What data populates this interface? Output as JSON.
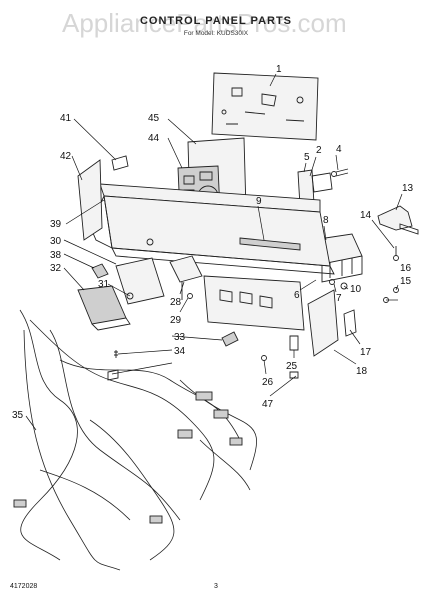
{
  "watermark": "AppliancePartsPros.com",
  "title": "CONTROL PANEL PARTS",
  "subtitle": "For Model: KUDS30IX",
  "footer": {
    "doc_number": "4172028",
    "page_number": "3"
  },
  "callouts": [
    {
      "id": "c1",
      "text": "1"
    },
    {
      "id": "c2",
      "text": "2"
    },
    {
      "id": "c4",
      "text": "4"
    },
    {
      "id": "c5",
      "text": "5"
    },
    {
      "id": "c6",
      "text": "6"
    },
    {
      "id": "c7",
      "text": "7"
    },
    {
      "id": "c8",
      "text": "8"
    },
    {
      "id": "c9",
      "text": "9"
    },
    {
      "id": "c10",
      "text": "10"
    },
    {
      "id": "c13",
      "text": "13"
    },
    {
      "id": "c14",
      "text": "14"
    },
    {
      "id": "c15",
      "text": "15"
    },
    {
      "id": "c16",
      "text": "16"
    },
    {
      "id": "c17",
      "text": "17"
    },
    {
      "id": "c18",
      "text": "18"
    },
    {
      "id": "c25",
      "text": "25"
    },
    {
      "id": "c26",
      "text": "26"
    },
    {
      "id": "c28",
      "text": "28"
    },
    {
      "id": "c29",
      "text": "29"
    },
    {
      "id": "c30",
      "text": "30"
    },
    {
      "id": "c31",
      "text": "31"
    },
    {
      "id": "c32",
      "text": "32"
    },
    {
      "id": "c33",
      "text": "33"
    },
    {
      "id": "c34",
      "text": "34"
    },
    {
      "id": "c35",
      "text": "35"
    },
    {
      "id": "c38",
      "text": "38"
    },
    {
      "id": "c39",
      "text": "39"
    },
    {
      "id": "c41",
      "text": "41"
    },
    {
      "id": "c42",
      "text": "42"
    },
    {
      "id": "c44",
      "text": "44"
    },
    {
      "id": "c45",
      "text": "45"
    },
    {
      "id": "c47",
      "text": "47"
    }
  ]
}
